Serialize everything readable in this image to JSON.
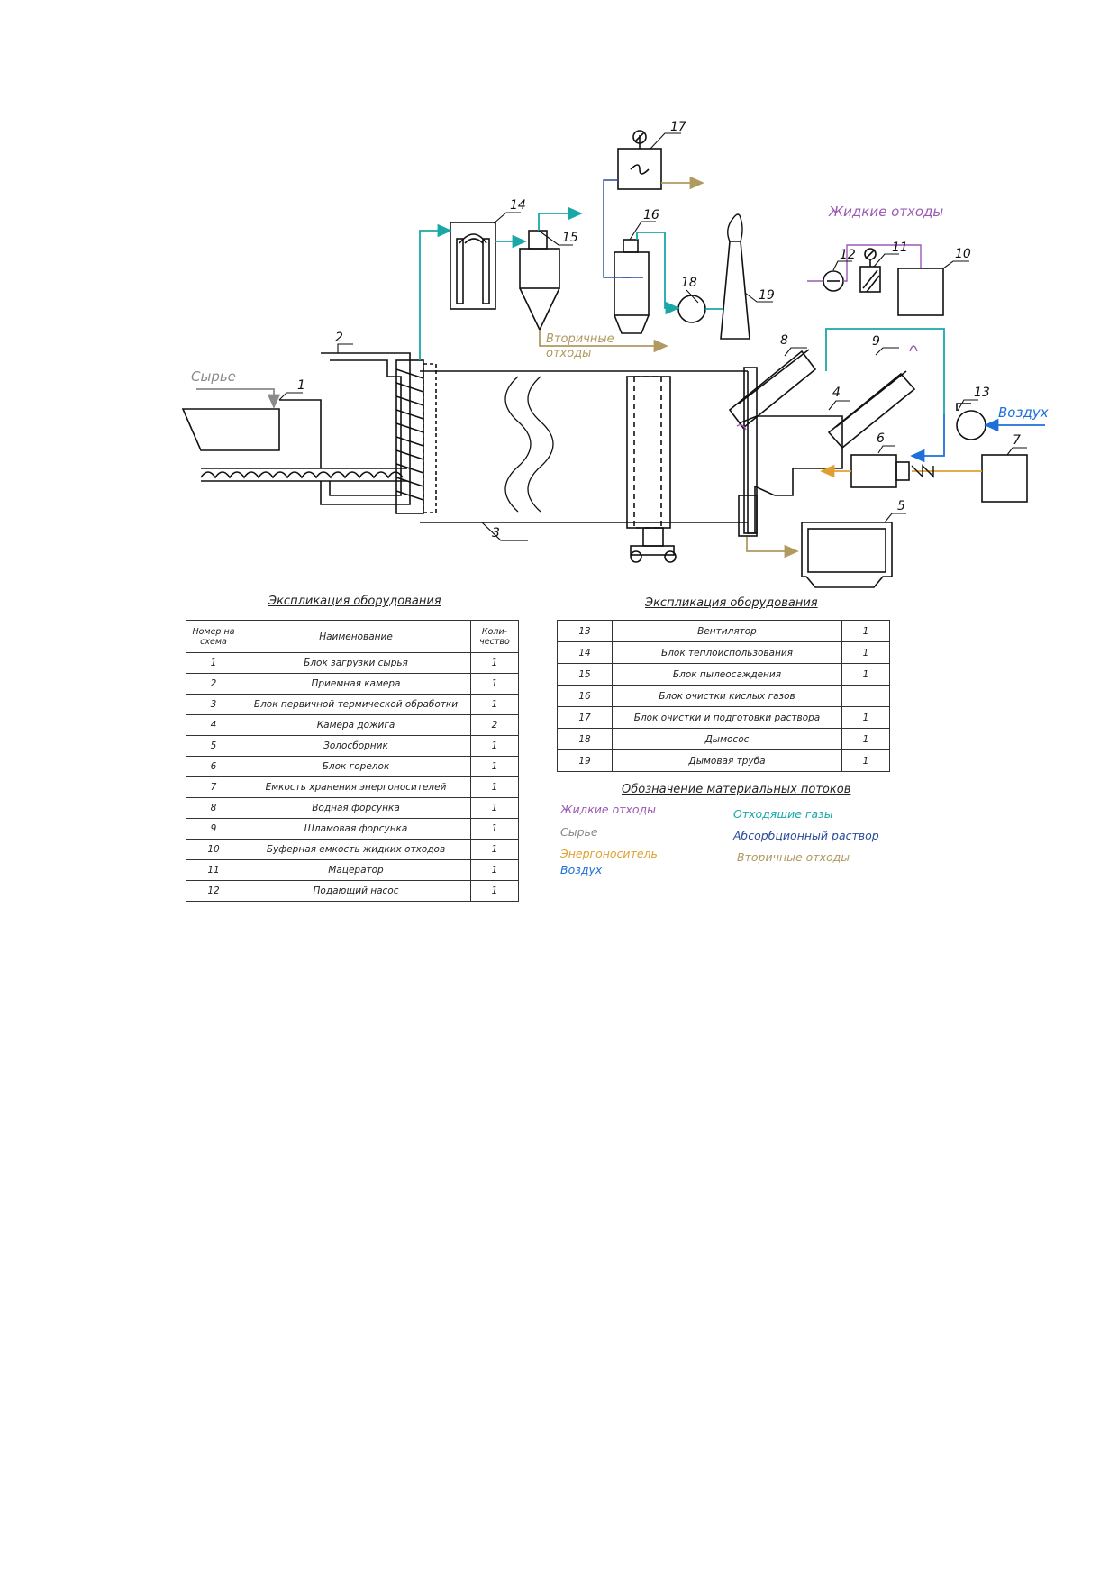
{
  "diagram": {
    "stream_labels": {
      "raw": "Сырье",
      "liquid_waste": "Жидкие отходы",
      "air": "Воздух",
      "secondary_waste_line1": "Вторичные",
      "secondary_waste_line2": "отходы"
    },
    "numbers": [
      "1",
      "2",
      "3",
      "4",
      "5",
      "6",
      "7",
      "8",
      "9",
      "10",
      "11",
      "12",
      "13",
      "14",
      "15",
      "16",
      "17",
      "18",
      "19"
    ],
    "colors": {
      "flue_gas": "#1aa7a7",
      "liquid_waste": "#9b59b6",
      "raw": "#8a8a8a",
      "energy_carrier": "#e0a030",
      "air": "#1e6fd9",
      "absorption_solution": "#2a4a9a",
      "secondary_waste": "#b09a60",
      "line": "#111111"
    }
  },
  "table_left": {
    "title": "Экспликация оборудования",
    "headers": {
      "num": "Номер на схема",
      "name": "Наименование",
      "qty": "Коли-чество"
    },
    "rows": [
      {
        "num": "1",
        "name": "Блок загрузки сырья",
        "qty": "1"
      },
      {
        "num": "2",
        "name": "Приемная камера",
        "qty": "1"
      },
      {
        "num": "3",
        "name": "Блок первичной термической обработки",
        "qty": "1"
      },
      {
        "num": "4",
        "name": "Камера дожига",
        "qty": "2"
      },
      {
        "num": "5",
        "name": "Золосборник",
        "qty": "1"
      },
      {
        "num": "6",
        "name": "Блок горелок",
        "qty": "1"
      },
      {
        "num": "7",
        "name": "Емкость хранения энергоносителей",
        "qty": "1"
      },
      {
        "num": "8",
        "name": "Водная форсунка",
        "qty": "1"
      },
      {
        "num": "9",
        "name": "Шламовая форсунка",
        "qty": "1"
      },
      {
        "num": "10",
        "name": "Буферная емкость жидких отходов",
        "qty": "1"
      },
      {
        "num": "11",
        "name": "Мацератор",
        "qty": "1"
      },
      {
        "num": "12",
        "name": "Подающий насос",
        "qty": "1"
      }
    ]
  },
  "table_right": {
    "title": "Экспликация оборудования",
    "rows": [
      {
        "num": "13",
        "name": "Вентилятор",
        "qty": "1"
      },
      {
        "num": "14",
        "name": "Блок теплоиспользования",
        "qty": "1"
      },
      {
        "num": "15",
        "name": "Блок пылеосаждения",
        "qty": "1"
      },
      {
        "num": "16",
        "name": "Блок очистки кислых газов",
        "qty": ""
      },
      {
        "num": "17",
        "name": "Блок очистки и подготовки раствора",
        "qty": "1"
      },
      {
        "num": "18",
        "name": "Дымосос",
        "qty": "1"
      },
      {
        "num": "19",
        "name": "Дымовая труба",
        "qty": "1"
      }
    ]
  },
  "legend": {
    "title": "Обозначение материальных потоков",
    "items": [
      {
        "label": "Жидкие отходы",
        "color": "#9b59b6"
      },
      {
        "label": "Сырье",
        "color": "#8a8a8a"
      },
      {
        "label": "Энергоноситель",
        "color": "#e0a030"
      },
      {
        "label": "Воздух",
        "color": "#1e6fd9"
      },
      {
        "label": "Отходящие газы",
        "color": "#1aa7a7"
      },
      {
        "label": "Абсорбционный раствор",
        "color": "#2a4a9a"
      },
      {
        "label": "Вторичные отходы",
        "color": "#b09a60"
      }
    ]
  }
}
